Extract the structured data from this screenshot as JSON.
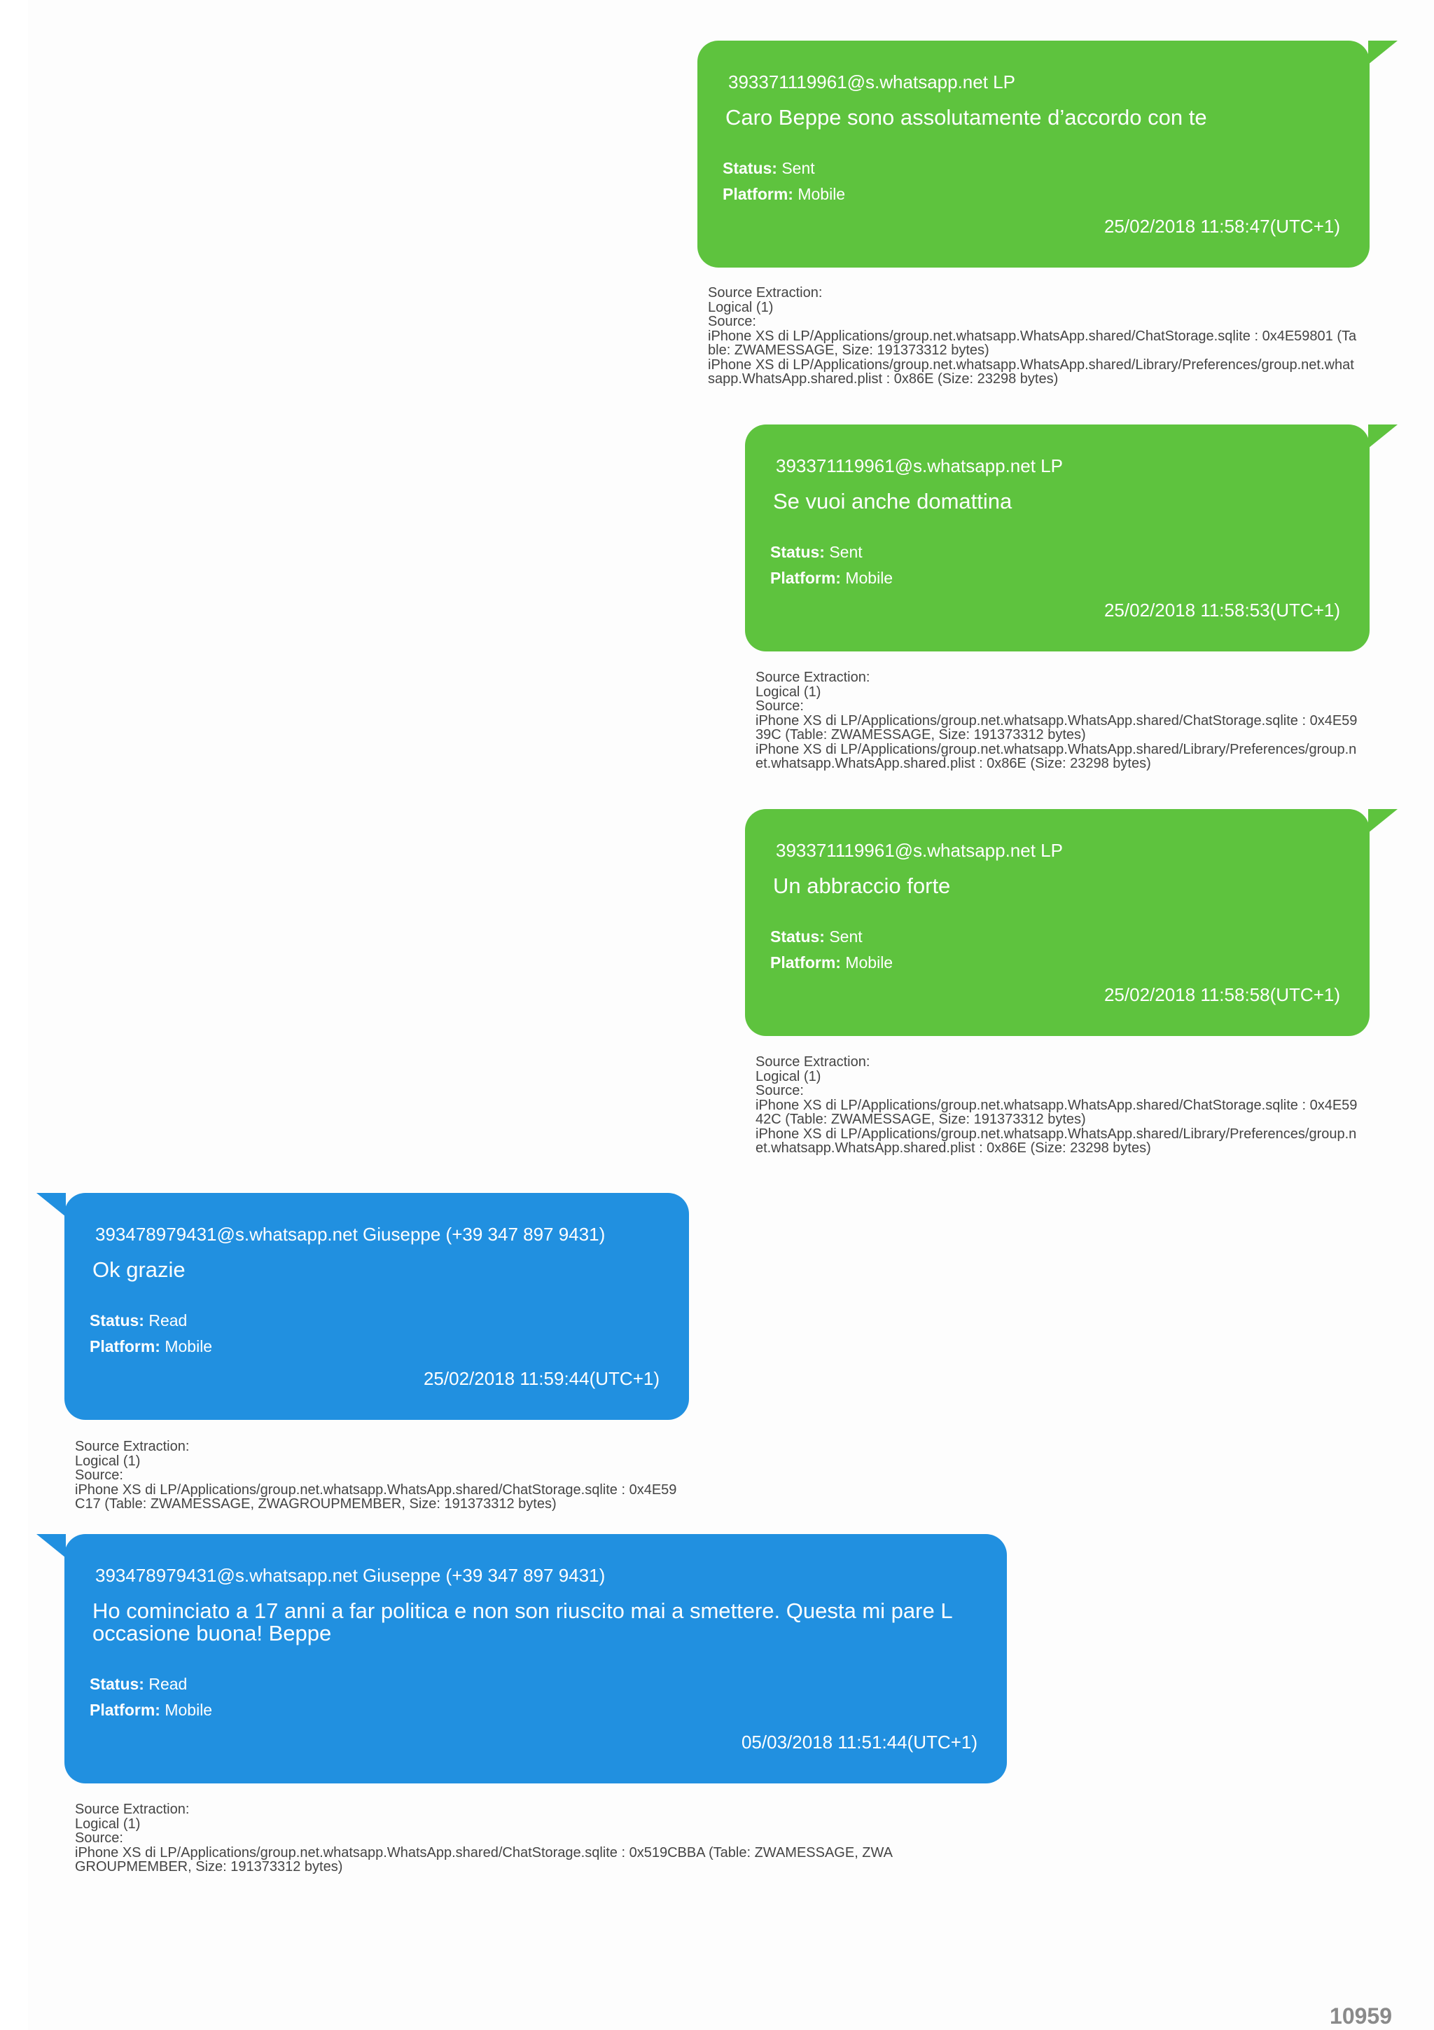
{
  "messages": [
    {
      "sender": "393371119961@s.whatsapp.net LP",
      "text": "Caro Beppe sono assolutamente d’accordo con te",
      "status_label": "Status:",
      "status": "Sent",
      "platform_label": "Platform:",
      "platform": "Mobile",
      "timestamp": "25/02/2018 11:58:47(UTC+1)",
      "source_lines": [
        "Source Extraction:",
        "Logical (1)",
        "Source:",
        "iPhone XS di LP/Applications/group.net.whatsapp.WhatsApp.shared/ChatStorage.sqlite : 0x4E59801 (Table: ZWAMESSAGE, Size: 191373312 bytes)",
        "iPhone XS di LP/Applications/group.net.whatsapp.WhatsApp.shared/Library/Preferences/group.net.whatsapp.WhatsApp.shared.plist : 0x86E (Size: 23298 bytes)"
      ]
    },
    {
      "sender": "393371119961@s.whatsapp.net LP",
      "text": "Se vuoi anche domattina",
      "status_label": "Status:",
      "status": "Sent",
      "platform_label": "Platform:",
      "platform": "Mobile",
      "timestamp": "25/02/2018 11:58:53(UTC+1)",
      "source_lines": [
        "Source Extraction:",
        "Logical (1)",
        "Source:",
        "iPhone XS di LP/Applications/group.net.whatsapp.WhatsApp.shared/ChatStorage.sqlite : 0x4E5939C (Table: ZWAMESSAGE, Size: 191373312 bytes)",
        "iPhone XS di LP/Applications/group.net.whatsapp.WhatsApp.shared/Library/Preferences/group.net.whatsapp.WhatsApp.shared.plist : 0x86E (Size: 23298 bytes)"
      ]
    },
    {
      "sender": "393371119961@s.whatsapp.net LP",
      "text": "Un abbraccio forte",
      "status_label": "Status:",
      "status": "Sent",
      "platform_label": "Platform:",
      "platform": "Mobile",
      "timestamp": "25/02/2018 11:58:58(UTC+1)",
      "source_lines": [
        "Source Extraction:",
        "Logical (1)",
        "Source:",
        "iPhone XS di LP/Applications/group.net.whatsapp.WhatsApp.shared/ChatStorage.sqlite : 0x4E5942C (Table: ZWAMESSAGE, Size: 191373312 bytes)",
        "iPhone XS di LP/Applications/group.net.whatsapp.WhatsApp.shared/Library/Preferences/group.net.whatsapp.WhatsApp.shared.plist : 0x86E (Size: 23298 bytes)"
      ]
    },
    {
      "sender": "393478979431@s.whatsapp.net Giuseppe (+39 347 897 9431)",
      "text": "Ok grazie",
      "status_label": "Status:",
      "status": "Read",
      "platform_label": "Platform:",
      "platform": "Mobile",
      "timestamp": "25/02/2018 11:59:44(UTC+1)",
      "source_lines": [
        "Source Extraction:",
        "Logical (1)",
        "Source:",
        "iPhone XS di LP/Applications/group.net.whatsapp.WhatsApp.shared/ChatStorage.sqlite : 0x4E59C17 (Table: ZWAMESSAGE, ZWAGROUPMEMBER, Size: 191373312 bytes)"
      ]
    },
    {
      "sender": "393478979431@s.whatsapp.net Giuseppe (+39 347 897 9431)",
      "text": "Ho cominciato a 17 anni a far politica e non son riuscito mai a smettere. Questa mi pare L occasione buona! Beppe",
      "status_label": "Status:",
      "status": "Read",
      "platform_label": "Platform:",
      "platform": "Mobile",
      "timestamp": "05/03/2018 11:51:44(UTC+1)",
      "source_lines": [
        "Source Extraction:",
        "Logical (1)",
        "Source:",
        "iPhone XS di LP/Applications/group.net.whatsapp.WhatsApp.shared/ChatStorage.sqlite : 0x519CBBA (Table: ZWAMESSAGE, ZWAGROUPMEMBER, Size: 191373312 bytes)"
      ]
    }
  ],
  "page_number": "10959",
  "colors": {
    "sent_bubble": "#5ec33e",
    "received_bubble": "#2190e0",
    "bubble_text": "#ffffff",
    "source_text": "#444444",
    "page_number": "#8a8a8a"
  }
}
